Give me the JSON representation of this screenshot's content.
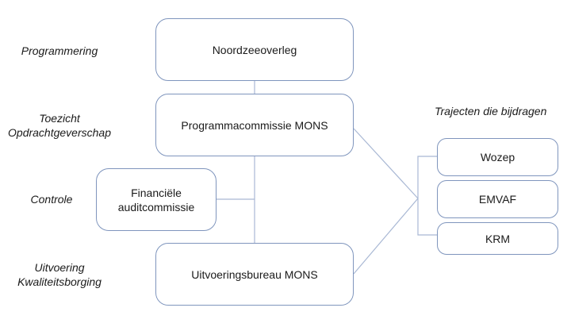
{
  "left_labels": {
    "programmering": "Programmering",
    "toezicht": "Toezicht\nOpdrachtgeverschap",
    "controle": "Controle",
    "uitvoering": "Uitvoering\nKwaliteitsborging"
  },
  "boxes": {
    "noordzeeoverleg": "Noordzeeoverleg",
    "programmacommissie": "Programmacommissie MONS",
    "financiele": "Financiële\nauditcommissie",
    "uitvoeringsbureau": "Uitvoeringsbureau MONS"
  },
  "trajecten": {
    "title": "Trajecten die bijdragen",
    "items": [
      "Wozep",
      "EMVAF",
      "KRM"
    ]
  },
  "colors": {
    "border": "#7f95bd",
    "connector": "#a9b8d4"
  }
}
